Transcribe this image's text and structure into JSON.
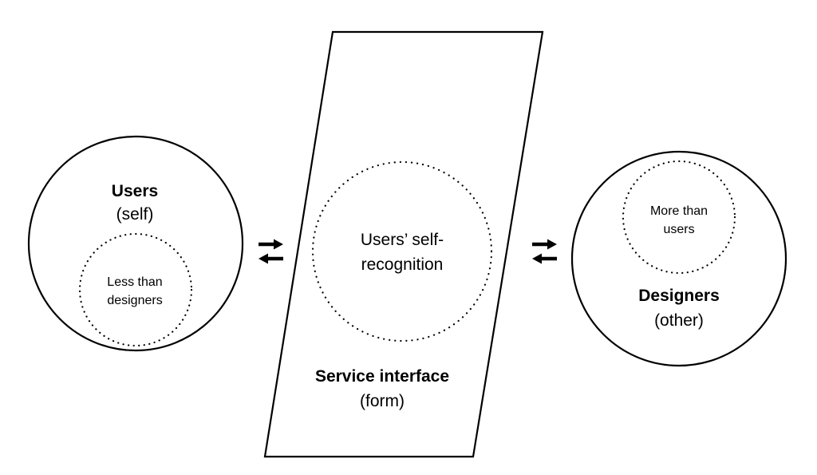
{
  "users": {
    "title": "Users",
    "subtitle": "(self)",
    "inner_line1": "Less than",
    "inner_line2": "designers"
  },
  "interface": {
    "inner_line1": "Users’ self-",
    "inner_line2": "recognition",
    "title": "Service interface",
    "subtitle": "(form)"
  },
  "designers": {
    "inner_line1": "More than",
    "inner_line2": "users",
    "title": "Designers",
    "subtitle": "(other)"
  }
}
